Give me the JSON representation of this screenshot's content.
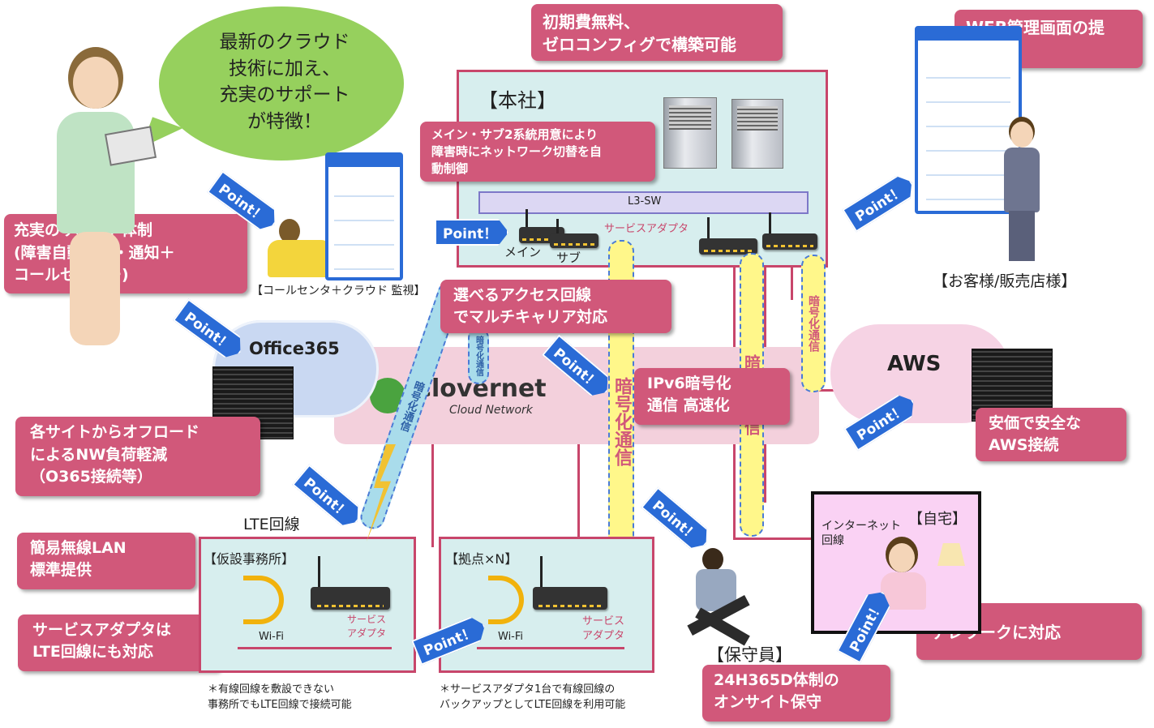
{
  "callouts": {
    "init_cost": "初期費無料、\nゼロコンフィグで構築可能",
    "web_mgmt": "WEB管理画面の提\n供",
    "dual": "メイン・サブ2系統用意により\n障害時にネットワーク切替を自\n動制御",
    "support": "充実のサポート体制\n(障害自動検知・通知＋\nコールセンター)",
    "access_line": "選べるアクセス回線\nでマルチキャリア対応",
    "ipv6": "IPv6暗号化\n通信 高速化",
    "offload": "各サイトからオフロード\nによるNW負荷軽減\n（O365接続等）",
    "aws_conn": "安価で安全な\nAWS接続",
    "wlan": "簡易無線LAN\n標準提供",
    "lte_adapter": "サービスアダプタは\nLTE回線にも対応",
    "onsite": "24H365D体制の\nオンサイト保守",
    "telework": "テレワークに対応"
  },
  "speech": "最新のクラウド\n技術に加え、\n充実のサポート\nが特徴！",
  "labels": {
    "hq": "【本社】",
    "l3sw": "L3-SW",
    "main": "メイン",
    "sub": "サブ",
    "service_adapter_hq": "サービスアダプタ",
    "callcenter": "【コールセンタ＋クラウド 監視】",
    "customer": "【お客様/販売店様】",
    "office365": "Office365",
    "aws": "AWS",
    "lte_line": "LTE回線",
    "temp_office": "【仮設事務所】",
    "base": "【拠点×N】",
    "wifi1": "Wi-Fi",
    "wifi2": "Wi-Fi",
    "sa1": "サービス\nアダプタ",
    "sa2": "サービス\nアダプタ",
    "home": "【自宅】",
    "internet": "インターネット\n回線",
    "maint": "【保守員】",
    "note1": "＊有線回線を敷設できない\n事務所でもLTE回線で接続可能",
    "note2": "＊サービスアダプタ1台で有線回線の\nバックアップとしてLTE回線を利用可能"
  },
  "tubes": {
    "t1": "暗号化通信",
    "t2": "暗号化通信",
    "t3": "暗号化通信",
    "t4": "暗号化通信",
    "t5": "暗号化通信"
  },
  "brand": {
    "name": "Clovernet",
    "sub": "Cloud Network"
  },
  "point": "Point！",
  "colors": {
    "callout": "#d1587a",
    "line": "#c8466b",
    "zone": "#d7eeee",
    "tube": "#fff78a",
    "point": "#2a6bd6"
  }
}
